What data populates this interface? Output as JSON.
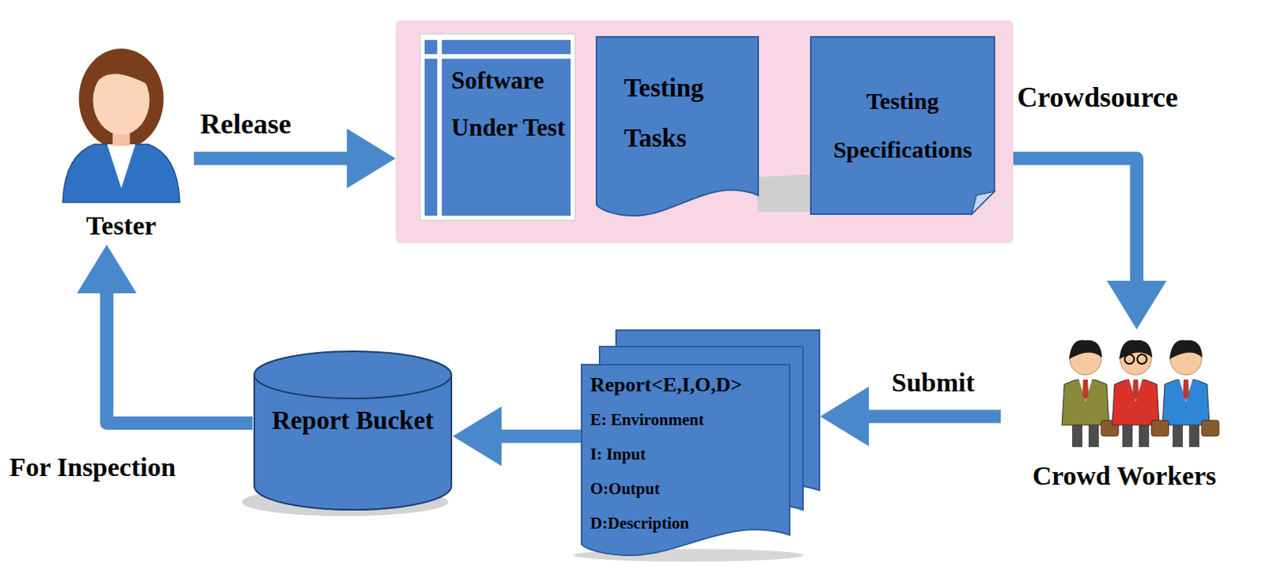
{
  "diagram": {
    "nodes": [
      {
        "text": [
          "Tester"
        ]
      },
      {
        "text": []
      },
      {
        "text": [
          "Software Under Test"
        ],
        "in": 1
      },
      {
        "text": [
          "Testing Tasks"
        ],
        "in": 1
      },
      {
        "text": [
          "Testing Specifications"
        ],
        "in": 1
      },
      {
        "text": [
          "Crowd Workers"
        ]
      },
      {
        "text": [
          "Report<E,I,O,D>",
          "E: Environment",
          "I: Input",
          "O:Output",
          "D:Description"
        ]
      },
      {
        "text": [
          "Report Bucket"
        ]
      }
    ],
    "edges": [
      {
        "from": 0,
        "to": 1,
        "arrow": "to",
        "label": "Release"
      },
      {
        "from": 1,
        "to": 5,
        "arrow": "to",
        "label": "Crowdsource"
      },
      {
        "from": 5,
        "to": 6,
        "arrow": "to",
        "label": "Submit"
      },
      {
        "from": 6,
        "to": 7,
        "arrow": "to"
      },
      {
        "from": 7,
        "to": 0,
        "arrow": "to",
        "label": "For Inspection"
      }
    ]
  }
}
